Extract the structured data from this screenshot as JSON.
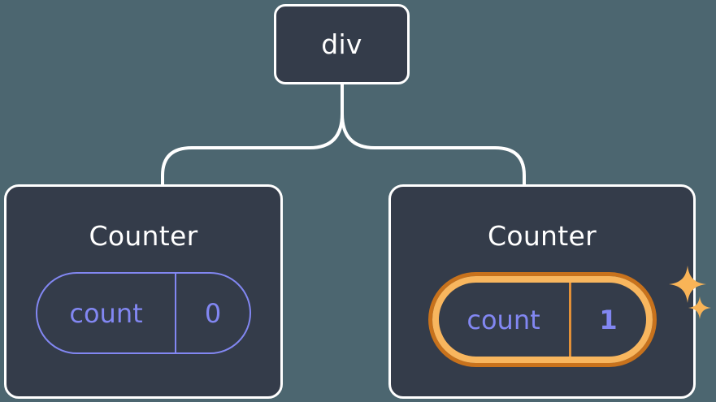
{
  "canvas": {
    "background_color": "#4c6670",
    "node_fill_color": "#343c4a",
    "node_border_color": "#ffffff",
    "connector_color": "#ffffff",
    "accent_purple": "#8287f2",
    "highlight_orange_outer": "#c8721c",
    "highlight_orange_inner": "#f8b65e",
    "sparkle_color": "#f9b457"
  },
  "tree": {
    "root": {
      "label": "div"
    },
    "children": [
      {
        "label": "Counter",
        "state": {
          "key": "count",
          "value": "0"
        },
        "highlighted": false
      },
      {
        "label": "Counter",
        "state": {
          "key": "count",
          "value": "1"
        },
        "highlighted": true,
        "sparkles": 2
      }
    ]
  }
}
